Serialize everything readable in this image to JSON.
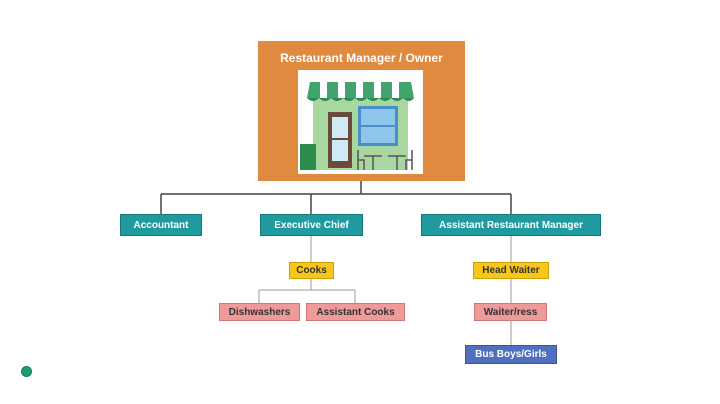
{
  "diagram": {
    "root": {
      "label": "Restaurant Manager / Owner"
    },
    "level1": {
      "accountant": "Accountant",
      "executive_chief": "Executive Chief",
      "assistant_manager": "Assistant Restaurant Manager"
    },
    "kitchen": {
      "cooks": "Cooks",
      "dishwashers": "Dishwashers",
      "assistant_cooks": "Assistant Cooks"
    },
    "floor": {
      "head_waiter": "Head Waiter",
      "waiter": "Waiter/ress",
      "bus_boys": "Bus Boys/Girls"
    }
  },
  "colors": {
    "root_bg": "#e08a3f",
    "teal": "#1f9ba0",
    "yellow": "#f7c61b",
    "pink": "#ef9a9a",
    "blue": "#4f6fbf",
    "connector": "#444444"
  },
  "icons": {
    "store": "restaurant-storefront-icon",
    "status": "status-dot-icon"
  }
}
